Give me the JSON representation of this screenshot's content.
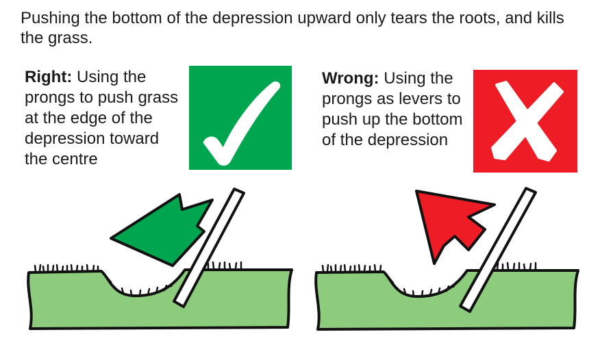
{
  "intro": "Pushing the bottom of the depression upward only tears the roots, and kills the grass.",
  "right": {
    "label": "Right:",
    "text": " Using the prongs to push grass at the edge of the depression toward the centre",
    "badge_icon": "check-icon",
    "badge_color": "#00a54f",
    "arrow_color": "#00a54f"
  },
  "wrong": {
    "label": "Wrong:",
    "text": " Using the prongs as levers to push up the bottom of the depression",
    "badge_icon": "cross-icon",
    "badge_color": "#ee1c25",
    "arrow_color": "#ee1c25"
  },
  "turf_color": "#8ccc7c"
}
